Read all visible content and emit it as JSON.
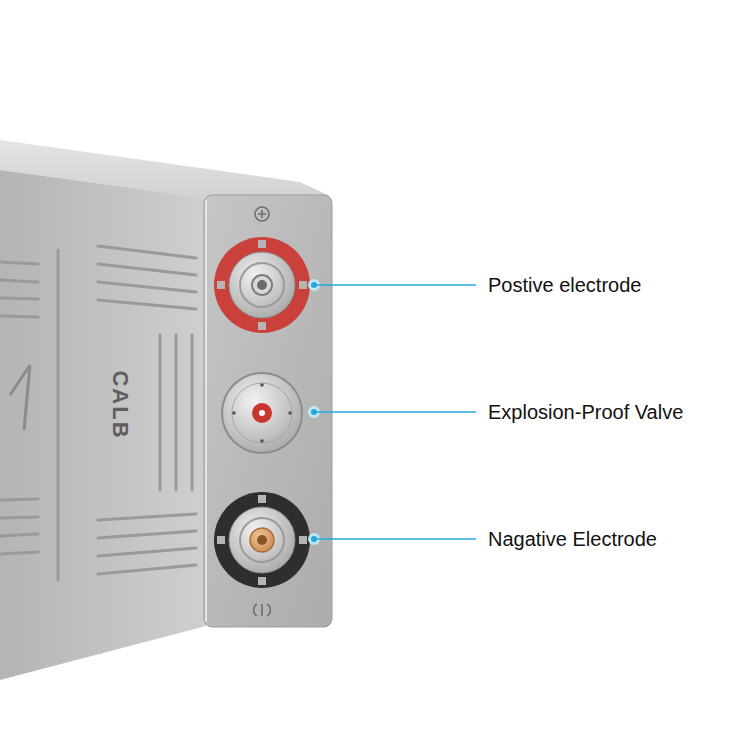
{
  "diagram": {
    "labels": [
      "Postive electrode",
      "Explosion-Proof Valve",
      "Nagative Electrode",
      "CALB"
    ]
  }
}
